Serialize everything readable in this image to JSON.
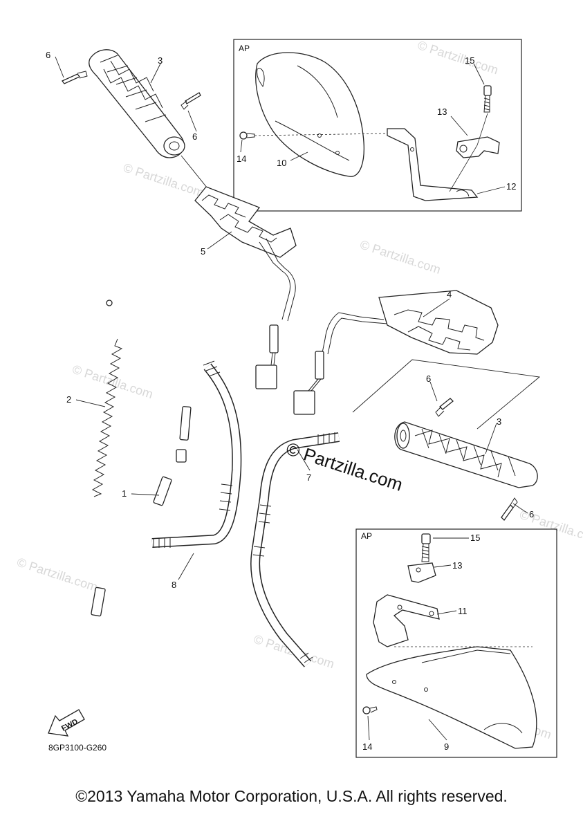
{
  "watermark": "© Partzilla.com",
  "center_watermark": "© Partzilla.com",
  "box_label": "AP",
  "diagram_code": "8GP3100-G260",
  "fwd_label": "FWD",
  "copyright": "©2013 Yamaha Motor Corporation, U.S.A. All rights reserved.",
  "callouts": {
    "c1": "1",
    "c2": "2",
    "c3a": "3",
    "c3b": "3",
    "c4": "4",
    "c5": "5",
    "c6a": "6",
    "c6b": "6",
    "c6c": "6",
    "c6d": "6",
    "c7": "7",
    "c8": "8",
    "c9": "9",
    "c10": "10",
    "c11": "11",
    "c12": "12",
    "c13a": "13",
    "c13b": "13",
    "c14a": "14",
    "c14b": "14",
    "c15a": "15",
    "c15b": "15"
  }
}
